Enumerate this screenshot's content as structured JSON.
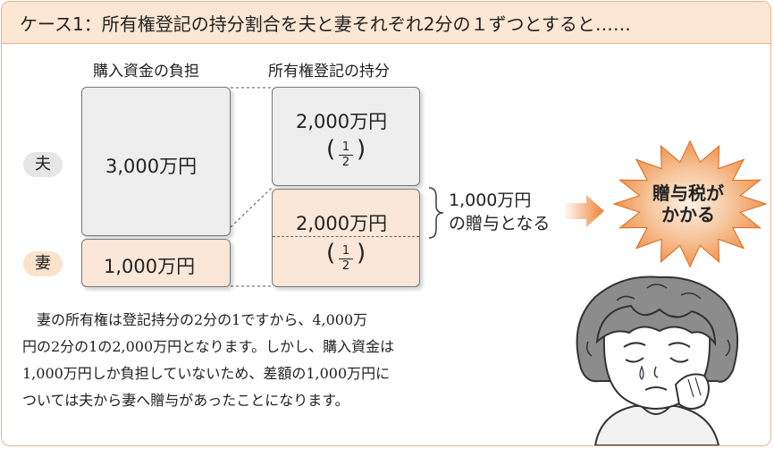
{
  "header": {
    "title": "ケース1：所有権登記の持分割合を夫と妻それぞれ2分の１ずつとすると……"
  },
  "columns": {
    "purchase": "購入資金の負担",
    "ownership": "所有権登記の持分"
  },
  "roles": {
    "husband": "夫",
    "wife": "妻"
  },
  "purchase": {
    "husband_amount": "3,000万円",
    "wife_amount": "1,000万円"
  },
  "ownership": {
    "husband_amount": "2,000万円",
    "wife_amount": "2,000万円",
    "fraction": {
      "numerator": "1",
      "denominator": "2"
    }
  },
  "gift_note": {
    "line1": "1,000万円",
    "line2": "の贈与となる"
  },
  "tax_badge": {
    "line1": "贈与税が",
    "line2": "かかる"
  },
  "explanation": {
    "line1": "　妻の所有権は登記持分の2分の1ですから、4,000万",
    "line2": "円の2分の1の2,000万円となります。しかし、購入資金は",
    "line3": "1,000万円しか負担していないため、差額の1,000万円に",
    "line4": "ついては夫から妻へ贈与があったことになります。"
  },
  "colors": {
    "header_bg": "#fbe7d3",
    "border": "#e3b48f",
    "gray_box": "#eeeeee",
    "pink_box": "#fbe7d8",
    "arrow": "#ee8033",
    "burst": "#f08a3c"
  }
}
